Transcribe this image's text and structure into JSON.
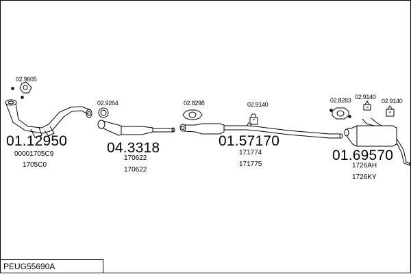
{
  "diagram": {
    "code": "PEUG55690A",
    "groups": [
      {
        "id": "front",
        "main": "01.12950",
        "refs": [
          "00001705C9",
          "1705C0"
        ],
        "accessories": [
          "02.9605"
        ]
      },
      {
        "id": "catalyst",
        "main": "04.3318",
        "refs": [
          "170622",
          "170622"
        ],
        "accessories": [
          "02.9264"
        ]
      },
      {
        "id": "middle",
        "main": "01.57170",
        "refs": [
          "171774",
          "171775"
        ],
        "accessories": [
          "02.8298",
          "02.9140"
        ]
      },
      {
        "id": "rear",
        "main": "01.69570",
        "refs": [
          "1726AH",
          "1726KY"
        ],
        "accessories": [
          "02.8283",
          "02.9140",
          "02.9140"
        ]
      }
    ]
  }
}
